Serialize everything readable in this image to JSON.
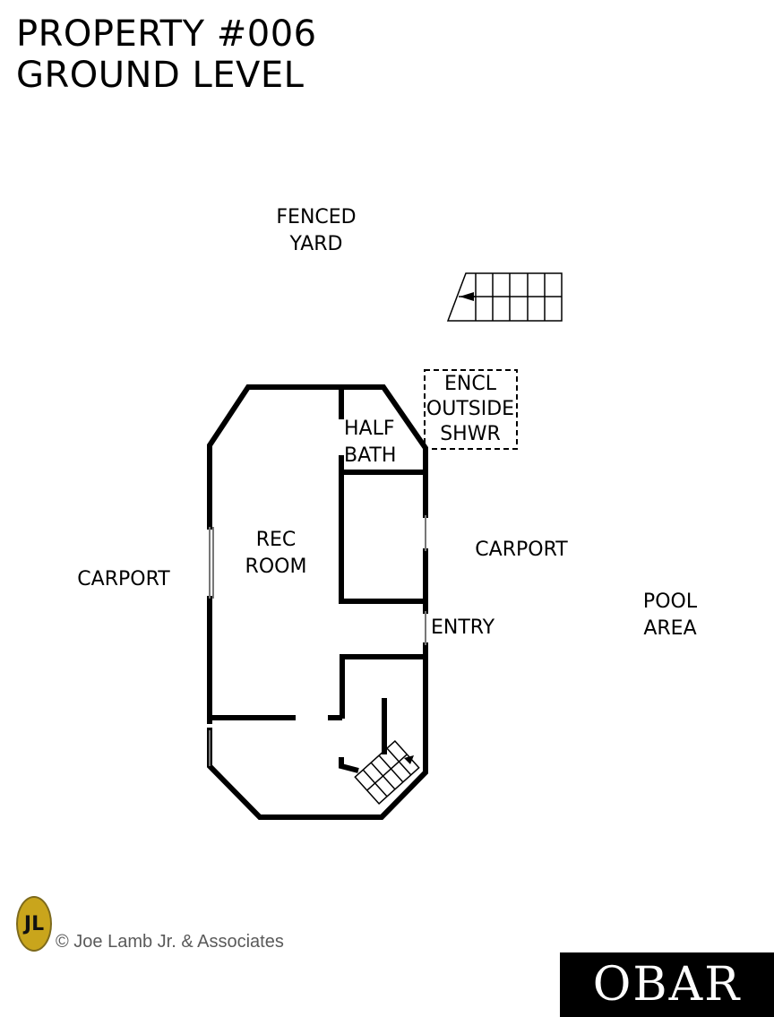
{
  "title": {
    "line1": "PROPERTY #006",
    "line2": "GROUND LEVEL"
  },
  "labels": {
    "fenced_yard": [
      "FENCED",
      "YARD"
    ],
    "encl_outside_shwr": [
      "ENCL",
      "OUTSIDE",
      "SHWR"
    ],
    "half_bath": [
      "HALF",
      "BATH"
    ],
    "rec_room": [
      "REC",
      "ROOM"
    ],
    "carport_left": "CARPORT",
    "carport_right": "CARPORT",
    "entry": "ENTRY",
    "pool_area": [
      "POOL",
      "AREA"
    ]
  },
  "footer": {
    "logo_text": "JL",
    "copyright": "© Joe Lamb Jr. & Associates",
    "brand": "OBAR"
  },
  "colors": {
    "wall": "#000000",
    "logo": "#c9a51c",
    "copyright_text": "#5a5a5a"
  }
}
